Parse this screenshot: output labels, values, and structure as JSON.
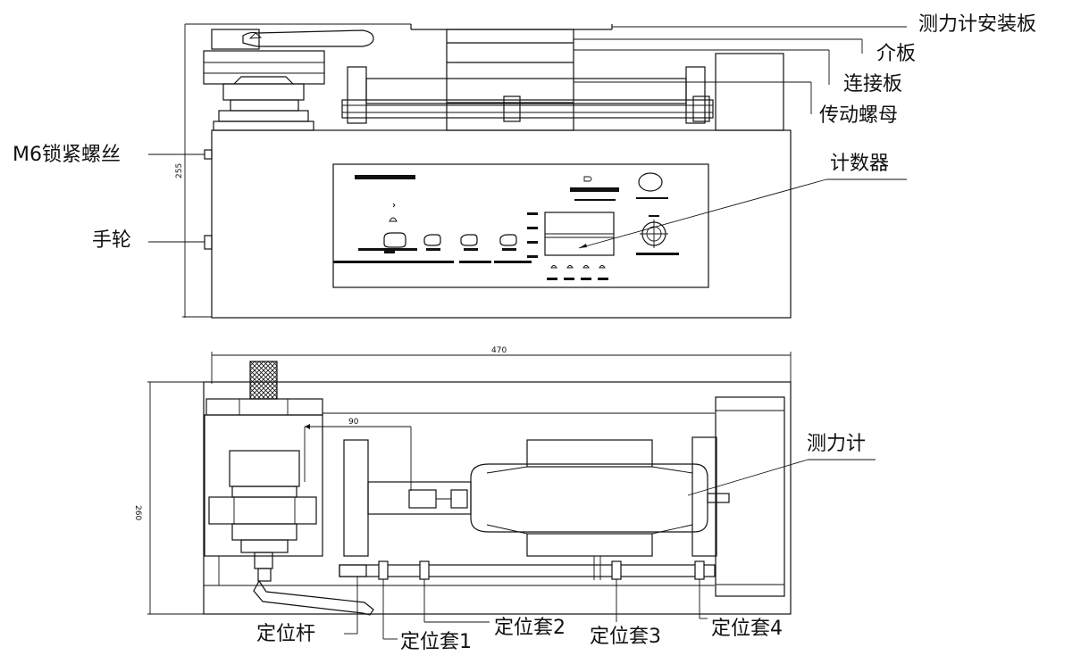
{
  "labels": {
    "gauge_mount_plate": "测力计安装板",
    "intermediate_plate": "介板",
    "connecting_plate": "连接板",
    "drive_nut": "传动螺母",
    "counter": "计数器",
    "m6_lock_screw": "M6锁紧螺丝",
    "handwheel": "手轮",
    "force_gauge": "测力计",
    "locating_rod": "定位杆",
    "locating_sleeve_1": "定位套1",
    "locating_sleeve_2": "定位套2",
    "locating_sleeve_3": "定位套3",
    "locating_sleeve_4": "定位套4"
  },
  "dimensions": {
    "front_height": "255",
    "total_width": "470",
    "inner_distance": "90",
    "side_height": "260"
  }
}
